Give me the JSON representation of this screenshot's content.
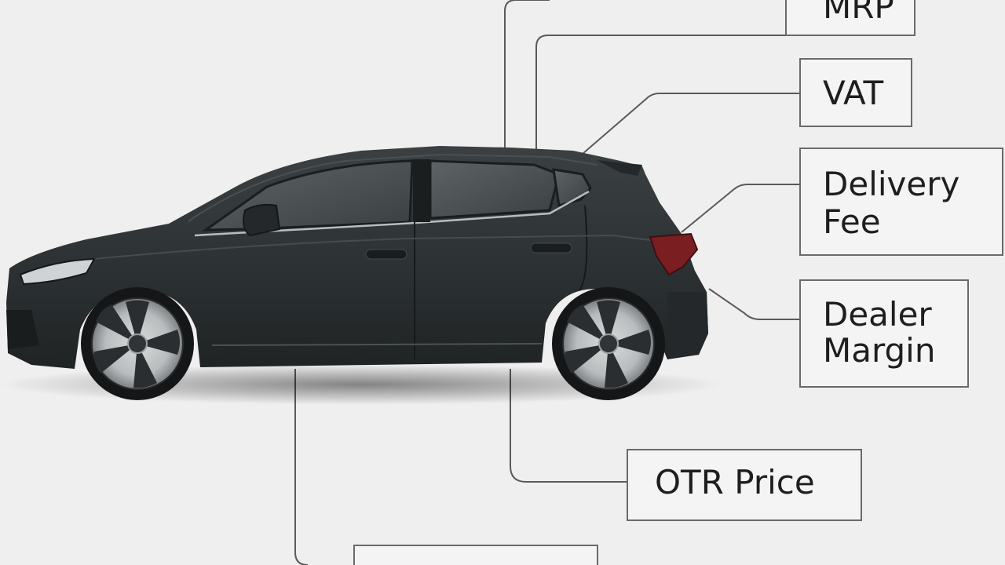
{
  "diagram": {
    "labels": {
      "mrp": "MRP",
      "vat": "VAT",
      "delivery_fee_line1": "Delivery",
      "delivery_fee_line2": "Fee",
      "dealer_margin_line1": "Dealer",
      "dealer_margin_line2": "Margin",
      "otr_price": "OTR Price",
      "bottom_box": ""
    },
    "colors": {
      "background": "#efefef",
      "car_body": "#2f3436",
      "box_border": "#6a6a6a",
      "leader_line": "#5a5a5a",
      "tail_light": "#7a1e22"
    },
    "car": {
      "kind": "hatchback",
      "view": "side",
      "icon": "car-illustration"
    }
  }
}
